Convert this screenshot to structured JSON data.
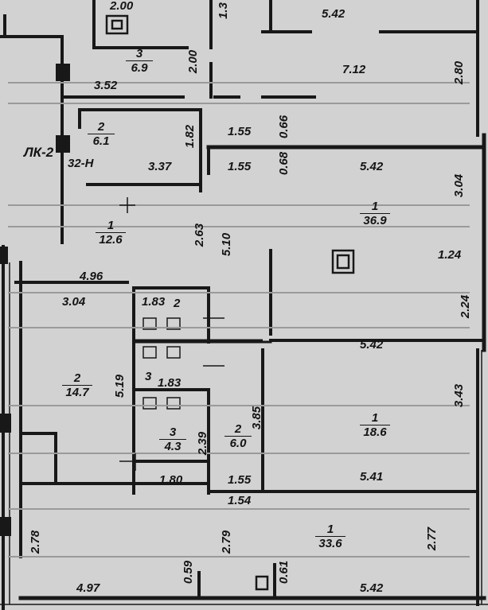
{
  "plan": {
    "rooms": [
      {
        "id": "r1",
        "num": "3",
        "area": "6.9"
      },
      {
        "id": "r2",
        "num": "2",
        "area": "6.1"
      },
      {
        "id": "r3",
        "num": "1",
        "area": "12.6"
      },
      {
        "id": "r4",
        "num": "1",
        "area": "36.9"
      },
      {
        "id": "r5",
        "num": "2",
        "area": "14.7"
      },
      {
        "id": "r6",
        "num": "1",
        "area": "18.6"
      },
      {
        "id": "r7",
        "num": "3",
        "area": "4.3"
      },
      {
        "id": "r8",
        "num": "2",
        "area": "6.0"
      },
      {
        "id": "r9",
        "num": "1",
        "area": "33.6"
      }
    ],
    "labels": {
      "lk": "ЛК-2",
      "stair": "32-Н",
      "n2": "2",
      "n3": "3",
      "n1_83a": "1.83",
      "n1_83b": "1.83"
    },
    "dims": {
      "d_2_00_top": "2.00",
      "d_1_3_top": "1.3",
      "d_5_42_top": "5.42",
      "d_2_00_v": "2.00",
      "d_7_12": "7.12",
      "d_2_80": "2.80",
      "d_3_52": "3.52",
      "d_1_82": "1.82",
      "d_1_55_a": "1.55",
      "d_0_66": "0.66",
      "d_1_55_b": "1.55",
      "d_0_68": "0.68",
      "d_5_42_mid": "5.42",
      "d_3_04_r": "3.04",
      "d_3_37": "3.37",
      "d_2_63": "2.63",
      "d_5_10": "5.10",
      "d_1_24": "1.24",
      "d_4_96": "4.96",
      "d_3_04_l": "3.04",
      "d_2_24": "2.24",
      "d_5_42_c": "5.42",
      "d_5_19": "5.19",
      "d_3_85": "3.85",
      "d_3_43": "3.43",
      "d_2_39": "2.39",
      "d_1_80": "1.80",
      "d_1_55_c": "1.55",
      "d_5_41": "5.41",
      "d_1_54": "1.54",
      "d_2_78": "2.78",
      "d_2_79": "2.79",
      "d_2_77": "2.77",
      "d_0_59": "0.59",
      "d_0_61": "0.61",
      "d_4_97": "4.97",
      "d_5_42_bot": "5.42"
    }
  }
}
